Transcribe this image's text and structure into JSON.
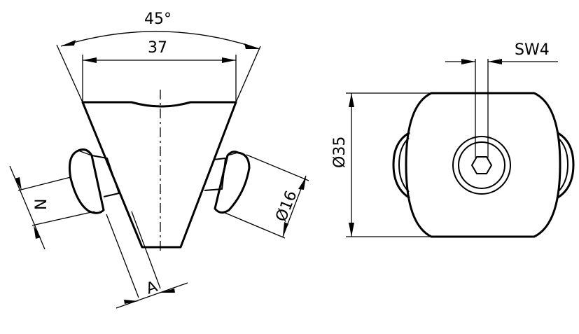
{
  "drawing": {
    "dimensions": {
      "angle": "45°",
      "top_width": "37",
      "width_across_flats": "SW4",
      "diameter_body": "Ø35",
      "diameter_head": "Ø16",
      "dim_n": "N",
      "dim_a": "A"
    }
  }
}
